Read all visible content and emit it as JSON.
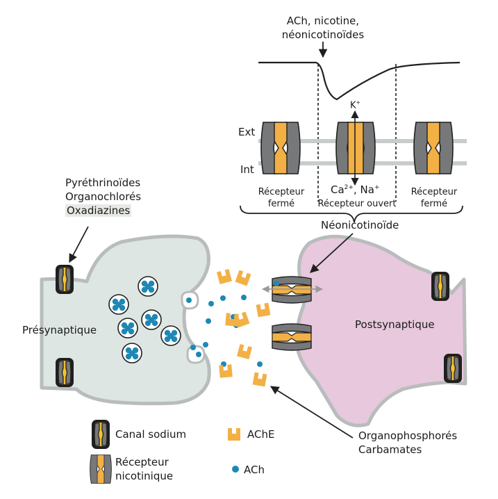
{
  "labels": {
    "stimulus_line1": "ACh, nicotine,",
    "stimulus_line2": "néonicotinoïdes",
    "ext": "Ext",
    "int": "Int",
    "k": "K",
    "k_sup": "+",
    "ca": "Ca",
    "ca_sup": "2+",
    "sep": ",",
    "na": "Na",
    "na_sup": "+",
    "closed_left_1": "Récepteur",
    "closed_left_2": "fermé",
    "open": "Récepteur ouvert",
    "closed_right_1": "Récepteur",
    "closed_right_2": "fermé",
    "neonic": "Néonicotinoïde",
    "pyre": "Pyréthrinoïdes",
    "organochl": "Organochlorés",
    "oxadiazines": "Oxadiazines",
    "presyn": "Présynaptique",
    "postsyn": "Postsynaptique",
    "organoph": "Organophosphorés",
    "carbamates": "Carbamates"
  },
  "legend": {
    "sodium_channel": "Canal sodium",
    "receptor_1": "Récepteur",
    "receptor_2": "nicotinique",
    "ache": "AChE",
    "ach": "ACh"
  },
  "colors": {
    "receptor_gray": "#77787a",
    "receptor_orange": "#f2b045",
    "ach_blue": "#1e88b5",
    "presynaptic_fill": "#dde6e3",
    "postsynaptic_fill": "#e7c8dc",
    "membrane_gray": "#b9bcbd"
  }
}
